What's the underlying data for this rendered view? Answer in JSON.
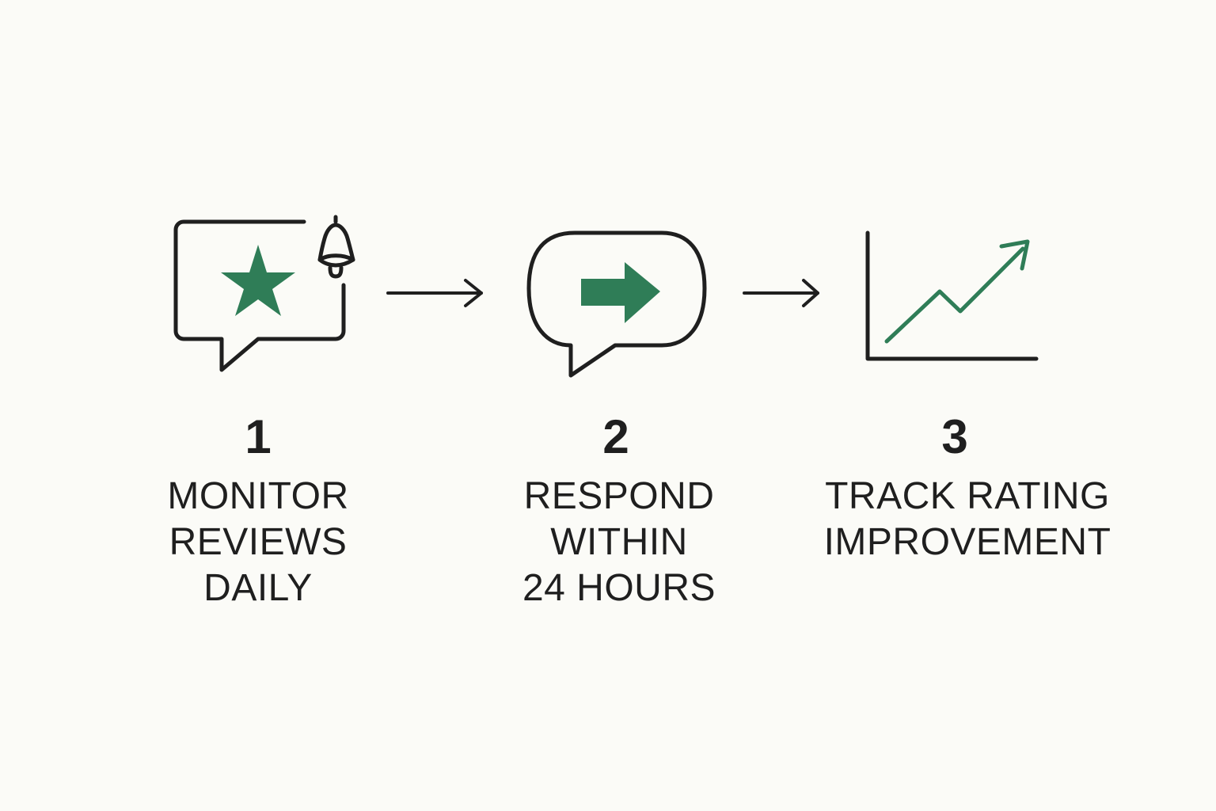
{
  "colors": {
    "background": "#fbfbf7",
    "stroke": "#1f1f1f",
    "accent": "#2f7d57"
  },
  "steps": [
    {
      "number": "1",
      "label_lines": [
        "MONITOR",
        "REVIEWS",
        "DAILY"
      ],
      "icons": [
        "speech-bubble-icon",
        "star-icon",
        "bell-icon"
      ]
    },
    {
      "number": "2",
      "label_lines": [
        "RESPOND",
        "WITHIN",
        "24 HOURS"
      ],
      "icons": [
        "speech-bubble-icon",
        "right-arrow-icon"
      ]
    },
    {
      "number": "3",
      "label_lines": [
        "TRACK RATING",
        "IMPROVEMENT"
      ],
      "icons": [
        "line-chart-icon",
        "trend-arrow-icon"
      ]
    }
  ],
  "connectors": [
    "right-arrow-icon",
    "right-arrow-icon"
  ]
}
